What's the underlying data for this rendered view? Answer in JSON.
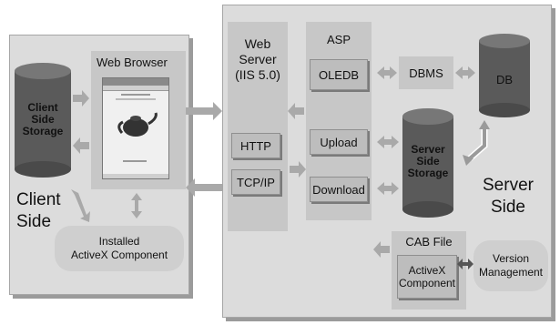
{
  "client": {
    "browser_title": "Web Browser",
    "storage_label_lines": [
      "Client",
      "Side",
      "Storage"
    ],
    "side_label_lines": [
      "Client",
      "Side"
    ],
    "activex_lines": [
      "Installed",
      "ActiveX Component"
    ]
  },
  "webserver": {
    "title_lines": [
      "Web",
      "Server",
      "(IIS 5.0)"
    ],
    "http": "HTTP",
    "tcpip": "TCP/IP"
  },
  "asp": {
    "title": "ASP",
    "oledb": "OLEDB",
    "upload": "Upload",
    "download": "Download"
  },
  "server": {
    "dbms": "DBMS",
    "db": "DB",
    "storage_lines": [
      "Server",
      "Side",
      "Storage"
    ],
    "side_label_lines": [
      "Server",
      "Side"
    ],
    "cab_title": "CAB File",
    "cab_component_lines": [
      "ActiveX",
      "Component"
    ],
    "version_lines": [
      "Version",
      "Management"
    ]
  },
  "colors": {
    "cylinder": "#5a5a5a",
    "arrow": "#a9a9a9"
  }
}
